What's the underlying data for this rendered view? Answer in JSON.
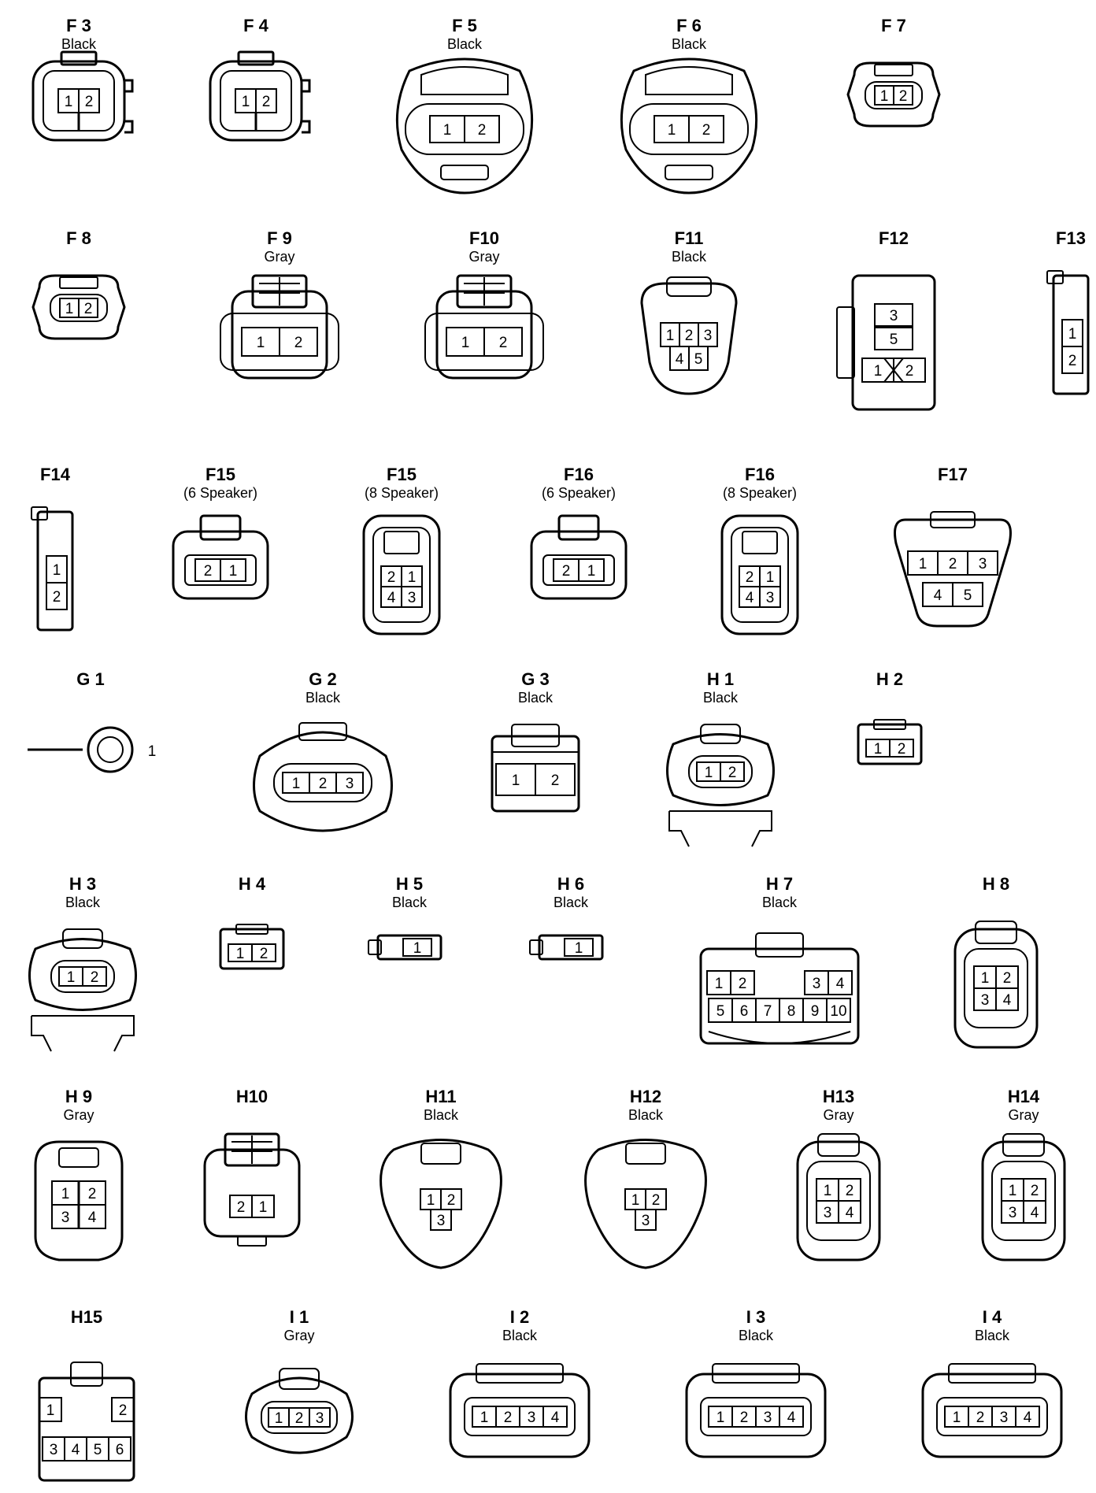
{
  "connectors": [
    {
      "id": "F 3",
      "label": "Black",
      "shape": "sq-2",
      "pins": [
        "1",
        "2"
      ]
    },
    {
      "id": "F 4",
      "label": "",
      "shape": "sq-2",
      "pins": [
        "1",
        "2"
      ]
    },
    {
      "id": "F 5",
      "label": "Black",
      "shape": "oval-2",
      "pins": [
        "1",
        "2"
      ]
    },
    {
      "id": "F 6",
      "label": "Black",
      "shape": "oval-2",
      "pins": [
        "1",
        "2"
      ]
    },
    {
      "id": "F 7",
      "label": "",
      "shape": "small-2",
      "pins": [
        "1",
        "2"
      ]
    },
    {
      "id": "F 8",
      "label": "",
      "shape": "small-2",
      "pins": [
        "1",
        "2"
      ]
    },
    {
      "id": "F 9",
      "label": "Gray",
      "shape": "box-2",
      "pins": [
        "1",
        "2"
      ]
    },
    {
      "id": "F10",
      "label": "Gray",
      "shape": "box-2",
      "pins": [
        "1",
        "2"
      ]
    },
    {
      "id": "F11",
      "label": "Black",
      "shape": "shield-5",
      "pins": [
        "1",
        "2",
        "3",
        "4",
        "5"
      ]
    },
    {
      "id": "F12",
      "label": "",
      "shape": "block-4",
      "pins": [
        "3",
        "5",
        "1",
        "2"
      ]
    },
    {
      "id": "F13",
      "label": "",
      "shape": "slim-2",
      "pins": [
        "1",
        "2"
      ]
    },
    {
      "id": "F14",
      "label": "",
      "shape": "slim-2",
      "pins": [
        "1",
        "2"
      ]
    },
    {
      "id": "F15",
      "label": "(6 Speaker)",
      "shape": "flat-2",
      "pins": [
        "2",
        "1"
      ]
    },
    {
      "id": "F15",
      "label": "(8 Speaker)",
      "shape": "tall-4",
      "pins": [
        "2",
        "1",
        "4",
        "3"
      ]
    },
    {
      "id": "F16",
      "label": "(6 Speaker)",
      "shape": "flat-2",
      "pins": [
        "2",
        "1"
      ]
    },
    {
      "id": "F16",
      "label": "(8 Speaker)",
      "shape": "tall-4",
      "pins": [
        "2",
        "1",
        "4",
        "3"
      ]
    },
    {
      "id": "F17",
      "label": "",
      "shape": "trap-5",
      "pins": [
        "1",
        "2",
        "3",
        "4",
        "5"
      ]
    },
    {
      "id": "G 1",
      "label": "",
      "shape": "ring-1",
      "pins": [
        "1"
      ]
    },
    {
      "id": "G 2",
      "label": "Black",
      "shape": "oval-3",
      "pins": [
        "1",
        "2",
        "3"
      ]
    },
    {
      "id": "G 3",
      "label": "Black",
      "shape": "latch-2",
      "pins": [
        "1",
        "2"
      ]
    },
    {
      "id": "H 1",
      "label": "Black",
      "shape": "bracket-2",
      "pins": [
        "1",
        "2"
      ]
    },
    {
      "id": "H 2",
      "label": "",
      "shape": "mini-2",
      "pins": [
        "1",
        "2"
      ]
    },
    {
      "id": "H 3",
      "label": "Black",
      "shape": "bracket-2",
      "pins": [
        "1",
        "2"
      ]
    },
    {
      "id": "H 4",
      "label": "",
      "shape": "mini-2",
      "pins": [
        "1",
        "2"
      ]
    },
    {
      "id": "H 5",
      "label": "Black",
      "shape": "mini-1",
      "pins": [
        "1"
      ]
    },
    {
      "id": "H 6",
      "label": "Black",
      "shape": "mini-1",
      "pins": [
        "1"
      ]
    },
    {
      "id": "H 7",
      "label": "Black",
      "shape": "wide-10",
      "pins": [
        "1",
        "2",
        "3",
        "4",
        "5",
        "6",
        "7",
        "8",
        "9",
        "10"
      ]
    },
    {
      "id": "H 8",
      "label": "",
      "shape": "tall-4b",
      "pins": [
        "1",
        "2",
        "3",
        "4"
      ]
    },
    {
      "id": "H 9",
      "label": "Gray",
      "shape": "grid-4",
      "pins": [
        "1",
        "2",
        "3",
        "4"
      ]
    },
    {
      "id": "H10",
      "label": "",
      "shape": "box-2b",
      "pins": [
        "2",
        "1"
      ]
    },
    {
      "id": "H11",
      "label": "Black",
      "shape": "tri-3",
      "pins": [
        "1",
        "2",
        "3"
      ]
    },
    {
      "id": "H12",
      "label": "Black",
      "shape": "tri-3",
      "pins": [
        "1",
        "2",
        "3"
      ]
    },
    {
      "id": "H13",
      "label": "Gray",
      "shape": "tall-4b",
      "pins": [
        "1",
        "2",
        "3",
        "4"
      ]
    },
    {
      "id": "H14",
      "label": "Gray",
      "shape": "tall-4b",
      "pins": [
        "1",
        "2",
        "3",
        "4"
      ]
    },
    {
      "id": "H15",
      "label": "",
      "shape": "block-6",
      "pins": [
        "1",
        "2",
        "3",
        "4",
        "5",
        "6"
      ]
    },
    {
      "id": "I 1",
      "label": "Gray",
      "shape": "oval-3s",
      "pins": [
        "1",
        "2",
        "3"
      ]
    },
    {
      "id": "I 2",
      "label": "Black",
      "shape": "rect-4",
      "pins": [
        "1",
        "2",
        "3",
        "4"
      ]
    },
    {
      "id": "I 3",
      "label": "Black",
      "shape": "rect-4",
      "pins": [
        "1",
        "2",
        "3",
        "4"
      ]
    },
    {
      "id": "I 4",
      "label": "Black",
      "shape": "rect-4",
      "pins": [
        "1",
        "2",
        "3",
        "4"
      ]
    }
  ]
}
